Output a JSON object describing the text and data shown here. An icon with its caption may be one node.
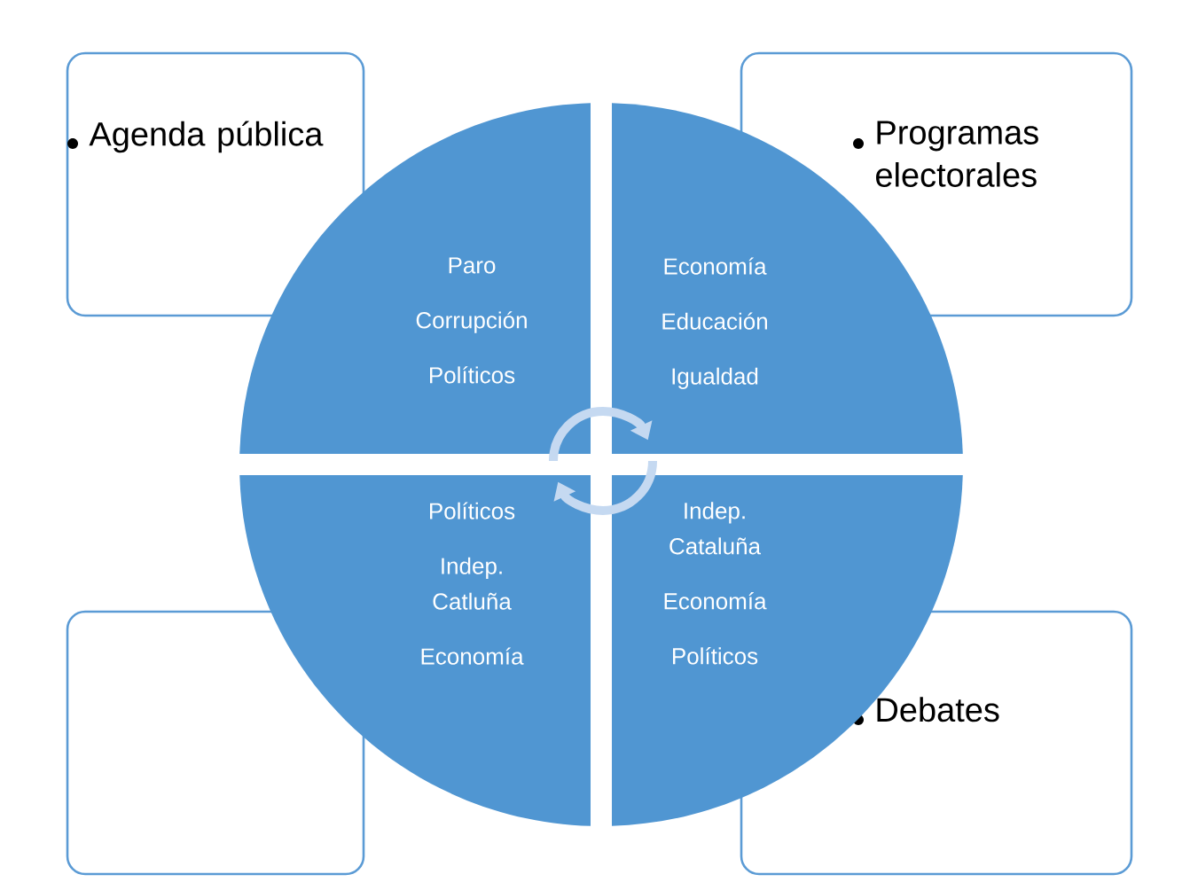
{
  "diagram": {
    "nodes": [
      {
        "text": [
          "Agenda pública"
        ]
      },
      {
        "text": [
          "Programas electorales"
        ]
      },
      {
        "text": [],
        "shape": "box"
      },
      {
        "text": [
          "Debates"
        ]
      },
      {
        "text": [
          "Paro",
          "Corrupción",
          "Políticos"
        ]
      },
      {
        "text": [
          "Economía",
          "Educación",
          "Igualdad"
        ]
      },
      {
        "text": [
          "Políticos",
          "Indep. Catluña",
          "Economía"
        ]
      },
      {
        "text": [
          "Indep. Cataluña",
          "Economía",
          "Políticos"
        ]
      }
    ],
    "edges": [
      {
        "from": 4,
        "to": 5,
        "arrow": "to"
      },
      {
        "from": 7,
        "to": 6,
        "arrow": "to"
      }
    ]
  }
}
